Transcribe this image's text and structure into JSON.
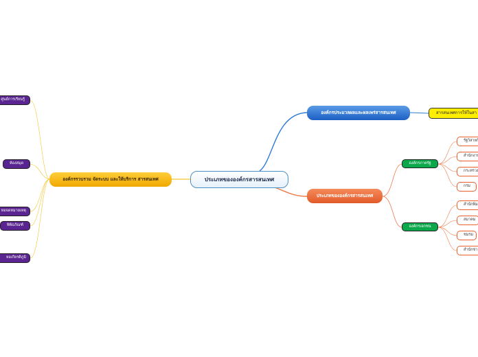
{
  "central": "ประเภทขององค์กรสารสนเทศ",
  "branches": {
    "right_top": {
      "label": "องค์กรประมวลผลและผลเพร่สารสนเทศ",
      "child": "สารสนเทศการให้ในสา"
    },
    "right_bottom": {
      "label": "ประเภทขององค์กรสารสนเทศ",
      "groups": [
        {
          "label": "องค์กรภาครัฐ",
          "items": [
            "รัฐวิสาหกิ",
            "สำนักงาน",
            "กระทรวง",
            "กรม"
          ]
        },
        {
          "label": "องค์กรเอกชน",
          "items": [
            "สำนักพิม",
            "สมาคม",
            "ชมรม",
            "สำนักข่า"
          ]
        }
      ]
    },
    "left": {
      "label": "องค์กรรวบรวม จัดระบบ และให้บริการ สารสนเทศ",
      "items": [
        "ศูนย์การเรียนรู้",
        "ห้องสมุด",
        "หอจดหมายเหตุ",
        "พิพิธภัณฑ์",
        "หอเกียรติภูมิ"
      ]
    }
  },
  "colors": {
    "link_blue": "#2e7bd6",
    "link_orange": "#ef7a4a",
    "link_gold": "#f4c430",
    "accent_yellow": "#ffee00",
    "accent_green": "#0aa84a",
    "accent_purple": "#5a2590"
  }
}
